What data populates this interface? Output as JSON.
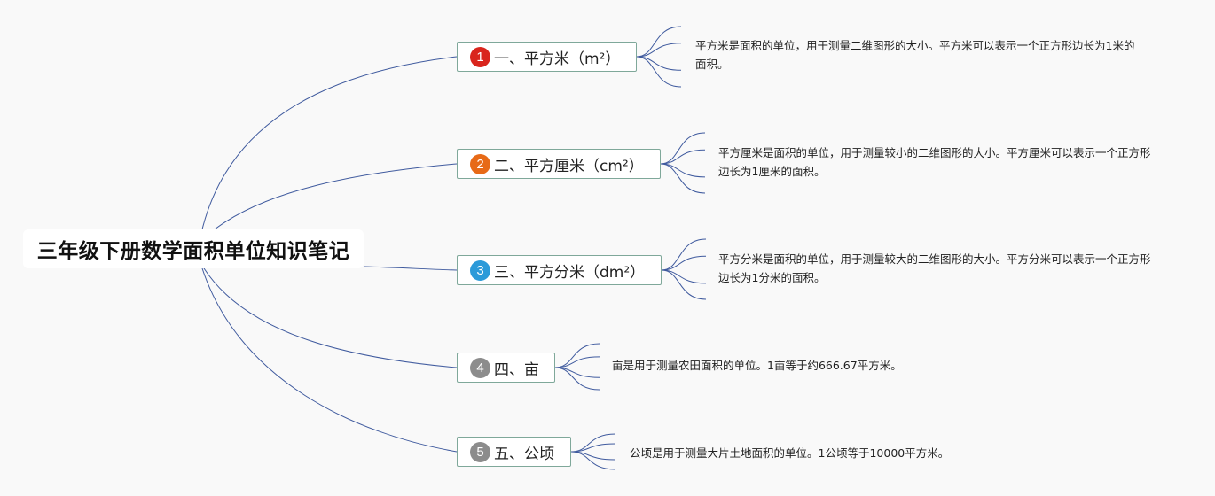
{
  "root": {
    "title": "三年级下册数学面积单位知识笔记"
  },
  "colors": {
    "line": "#3f5a9e",
    "badges": [
      "#d9251d",
      "#e76a17",
      "#2b9ad9",
      "#8c8c8c",
      "#8c8c8c"
    ]
  },
  "branches": [
    {
      "number": "1",
      "label": "一、平方米（m²）",
      "description": "平方米是面积的单位，用于测量二维图形的大小。平方米可以表示一个正方形边长为1米的面积。"
    },
    {
      "number": "2",
      "label": "二、平方厘米（cm²）",
      "description": "平方厘米是面积的单位，用于测量较小的二维图形的大小。平方厘米可以表示一个正方形边长为1厘米的面积。"
    },
    {
      "number": "3",
      "label": "三、平方分米（dm²）",
      "description": "平方分米是面积的单位，用于测量较大的二维图形的大小。平方分米可以表示一个正方形边长为1分米的面积。"
    },
    {
      "number": "4",
      "label": "四、亩",
      "description": "亩是用于测量农田面积的单位。1亩等于约666.67平方米。"
    },
    {
      "number": "5",
      "label": "五、公顷",
      "description": "公顷是用于测量大片土地面积的单位。1公顷等于10000平方米。"
    }
  ]
}
